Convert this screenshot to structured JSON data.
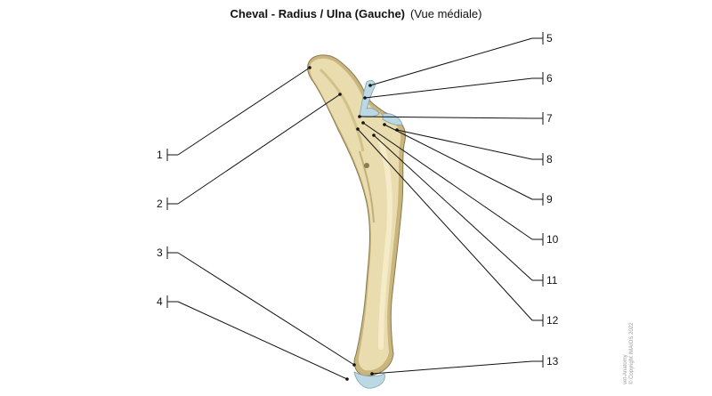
{
  "title": {
    "main": "Cheval - Radius / Ulna (Gauche)",
    "sub": "(Vue médiale)"
  },
  "labels": [
    "1",
    "2",
    "3",
    "4",
    "5",
    "6",
    "7",
    "8",
    "9",
    "10",
    "11",
    "12",
    "13"
  ],
  "watermark": {
    "line1": "vet-Anatomy",
    "line2": "© Copyright IMAIOS 2022"
  },
  "colors": {
    "bone": "#e9dcae",
    "bone_shadow": "#c9b57d",
    "cartilage": "#bcd8e4",
    "leader": "#111111"
  }
}
